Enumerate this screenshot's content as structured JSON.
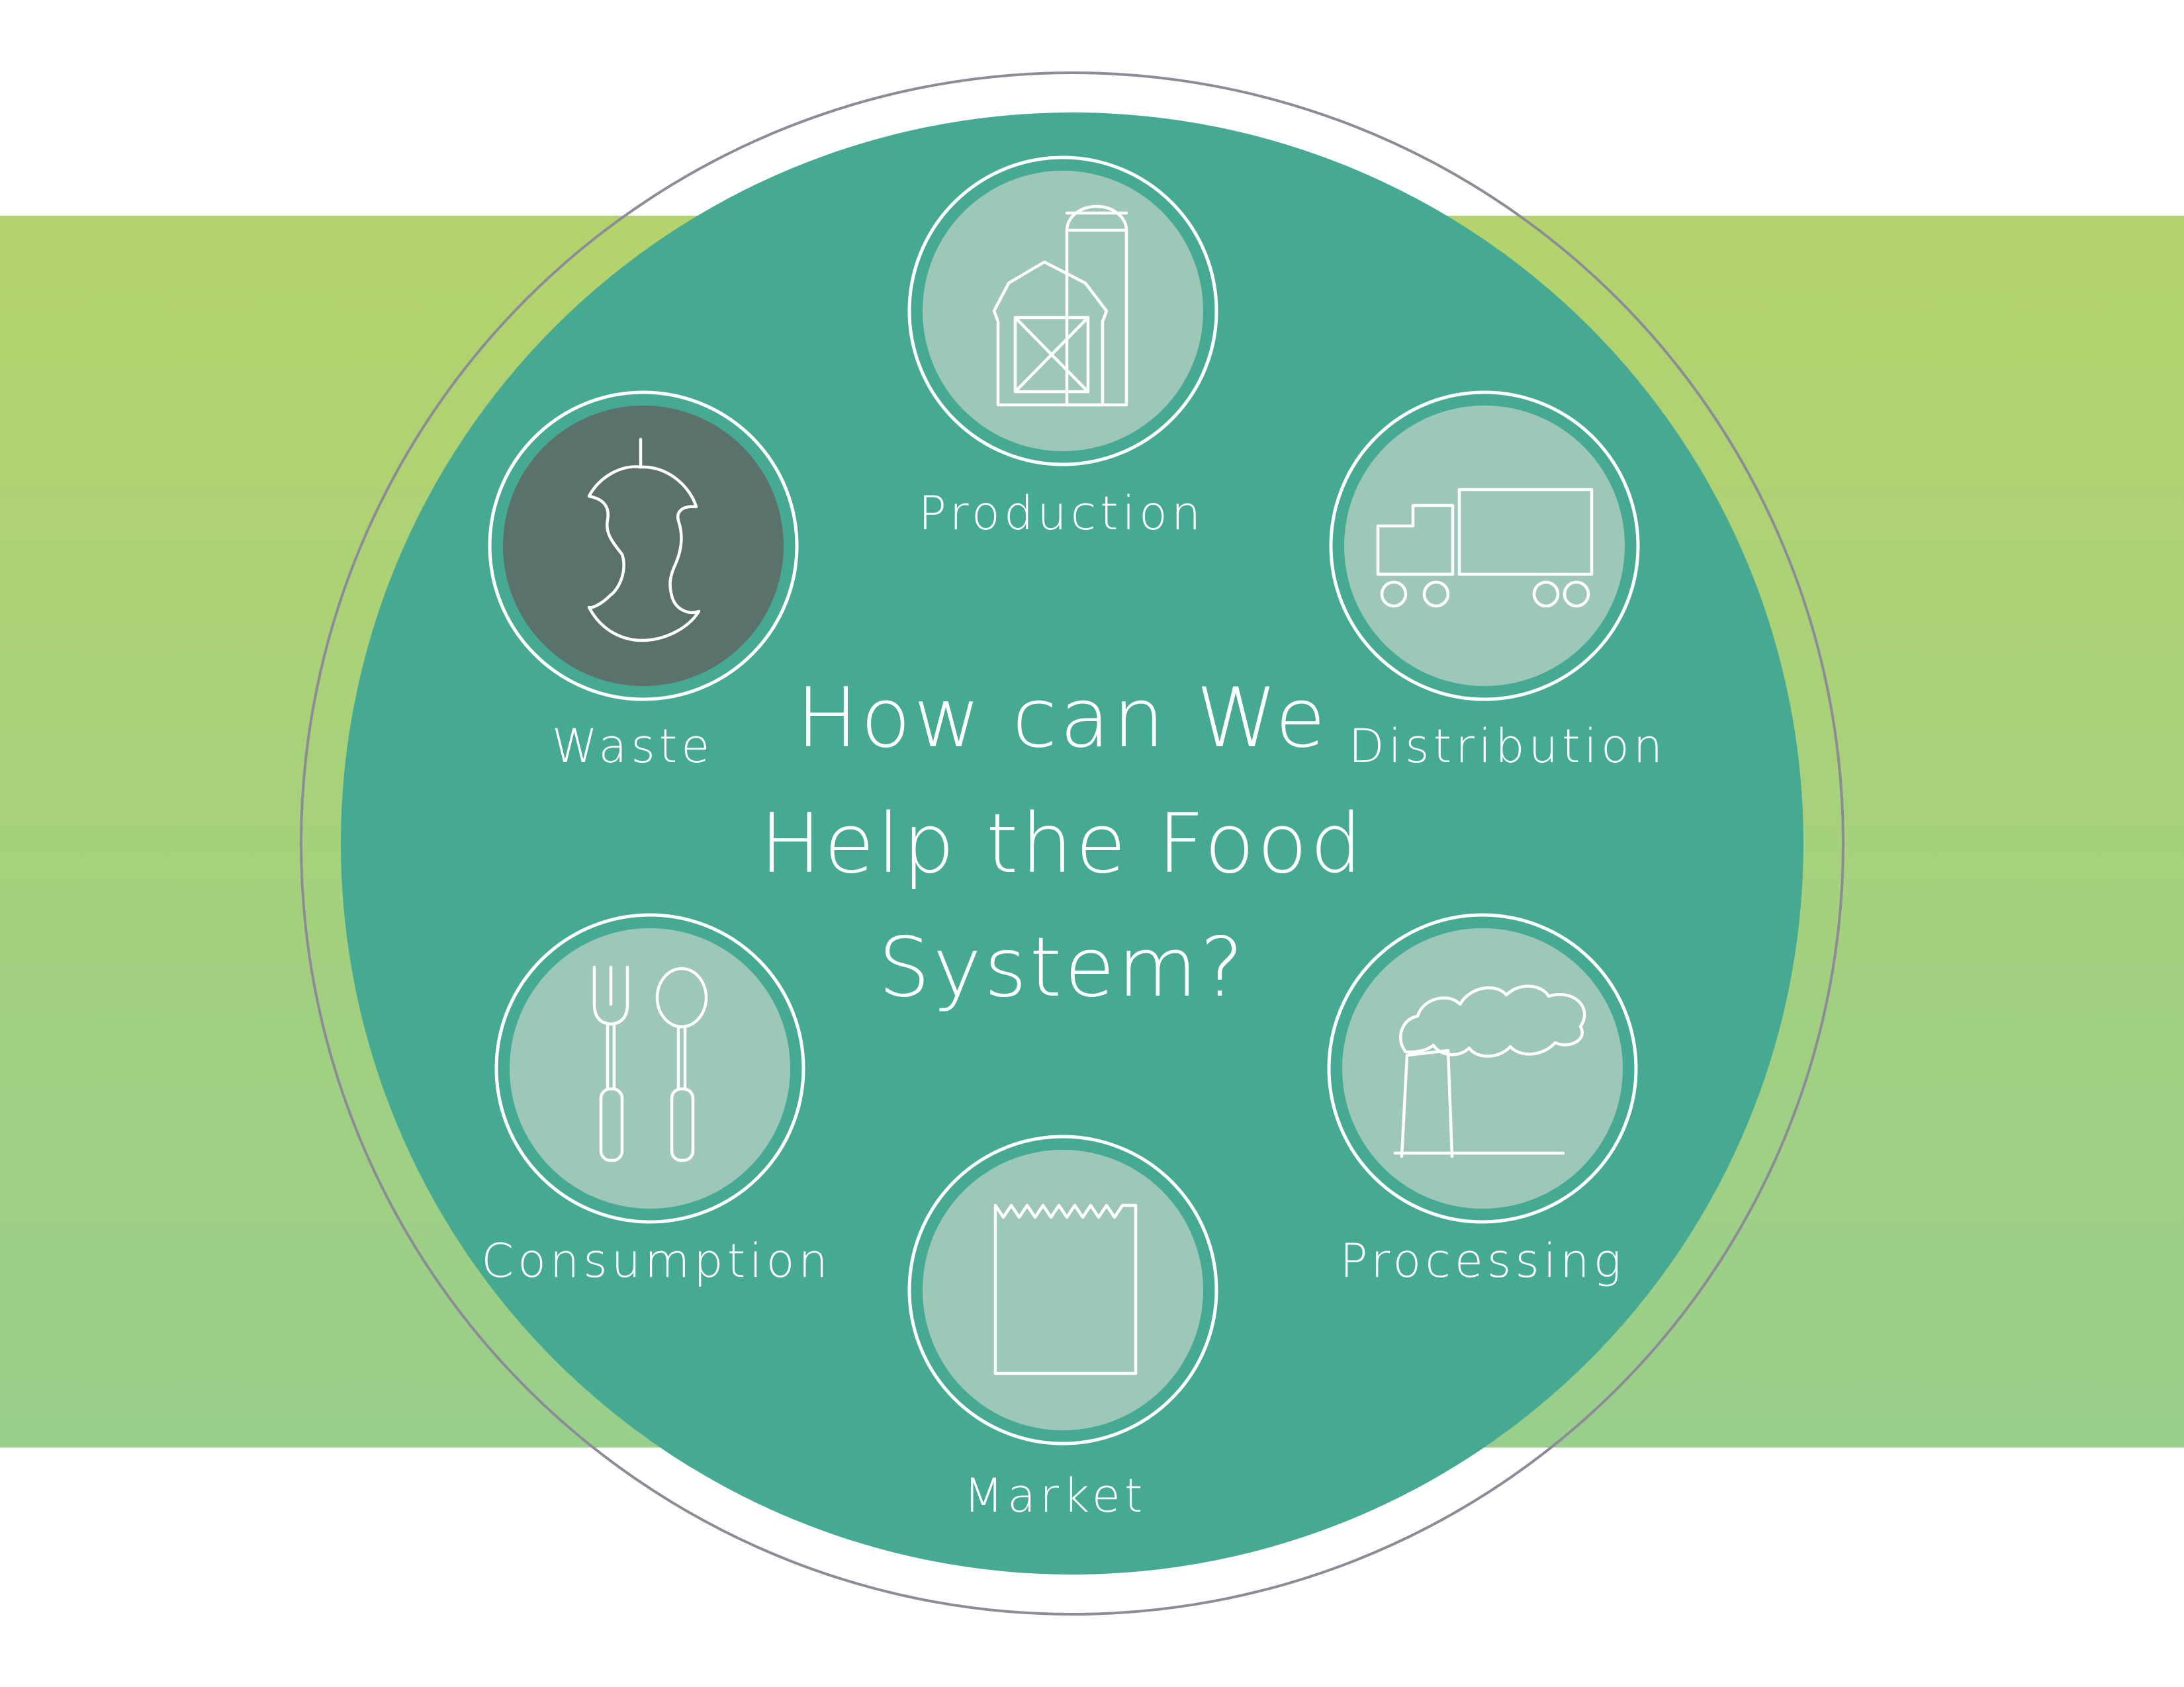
{
  "question_lines": [
    "How can We",
    "Help the Food",
    "System?"
  ],
  "stages": {
    "production": {
      "label": "Production",
      "icon": "barn-silo-icon"
    },
    "distribution": {
      "label": "Distribution",
      "icon": "truck-icon"
    },
    "processing": {
      "label": "Processing",
      "icon": "factory-smoke-icon"
    },
    "market": {
      "label": "Market",
      "icon": "paper-bag-icon"
    },
    "consumption": {
      "label": "Consumption",
      "icon": "fork-spoon-icon"
    },
    "waste": {
      "label": "Waste",
      "icon": "apple-core-icon",
      "highlighted": true
    }
  },
  "colors": {
    "band_top": "#b5d36c",
    "band_bottom": "#98cf8c",
    "main_circle": "#46aa93",
    "stage_fill": "#9dc8b9",
    "waste_fill": "#5b716c",
    "outer_ring": "#8c8c96",
    "line": "#ffffff"
  }
}
